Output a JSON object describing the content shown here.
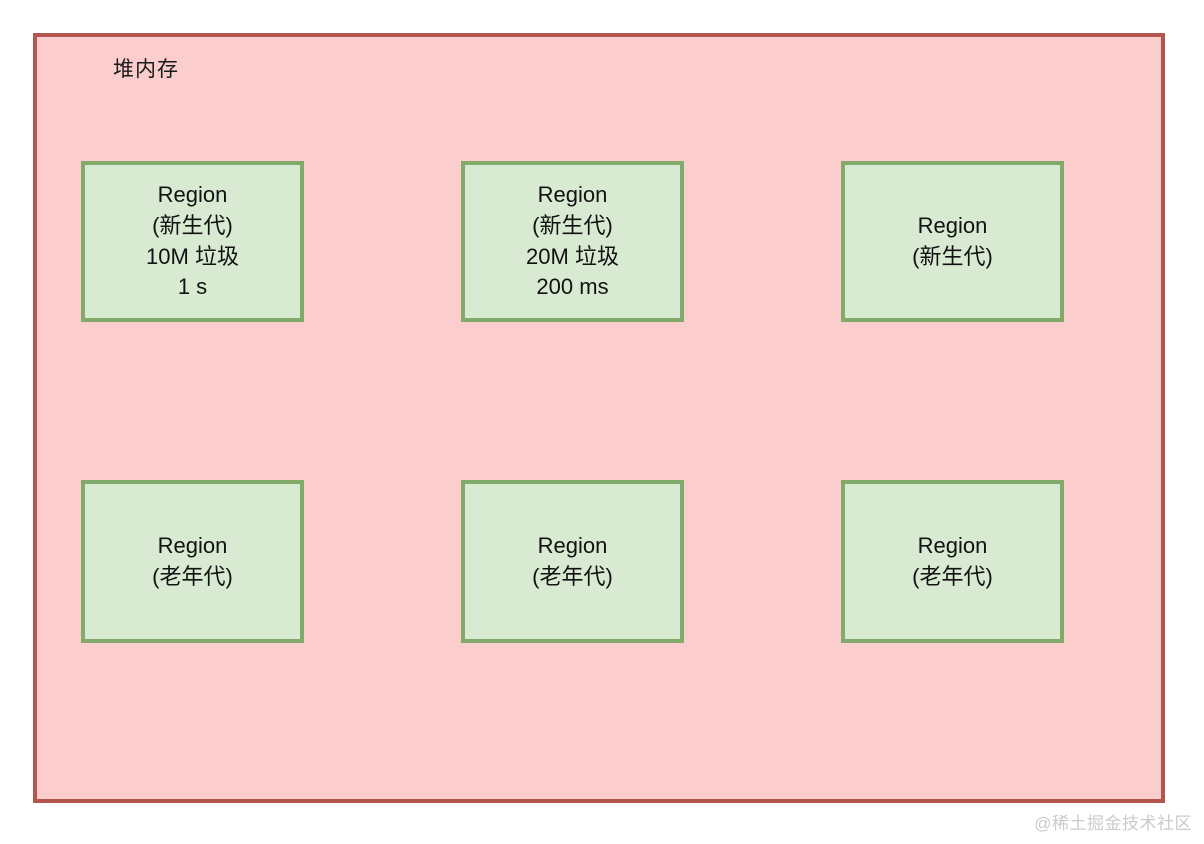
{
  "diagram": {
    "title": "堆内存",
    "colors": {
      "heap_fill": "#fbcdcd",
      "heap_border": "#b5554f",
      "region_fill": "#d9ead3",
      "region_border": "#82ab6b",
      "page_background": "#ffffff",
      "text": "#121212",
      "watermark": "#cbcbcb"
    },
    "regions": [
      {
        "id": "region-young-1",
        "row": "top",
        "column": 0,
        "lines": [
          "Region",
          "(新生代)",
          "10M 垃圾",
          "1 s"
        ]
      },
      {
        "id": "region-young-2",
        "row": "top",
        "column": 1,
        "lines": [
          "Region",
          "(新生代)",
          "20M 垃圾",
          "200 ms"
        ]
      },
      {
        "id": "region-young-3",
        "row": "top",
        "column": 2,
        "lines": [
          "Region",
          "(新生代)"
        ]
      },
      {
        "id": "region-old-1",
        "row": "bottom",
        "column": 0,
        "lines": [
          "Region",
          "(老年代)"
        ]
      },
      {
        "id": "region-old-2",
        "row": "bottom",
        "column": 1,
        "lines": [
          "Region",
          "(老年代)"
        ]
      },
      {
        "id": "region-old-3",
        "row": "bottom",
        "column": 2,
        "lines": [
          "Region",
          "(老年代)"
        ]
      }
    ]
  },
  "watermark": "@稀土掘金技术社区"
}
